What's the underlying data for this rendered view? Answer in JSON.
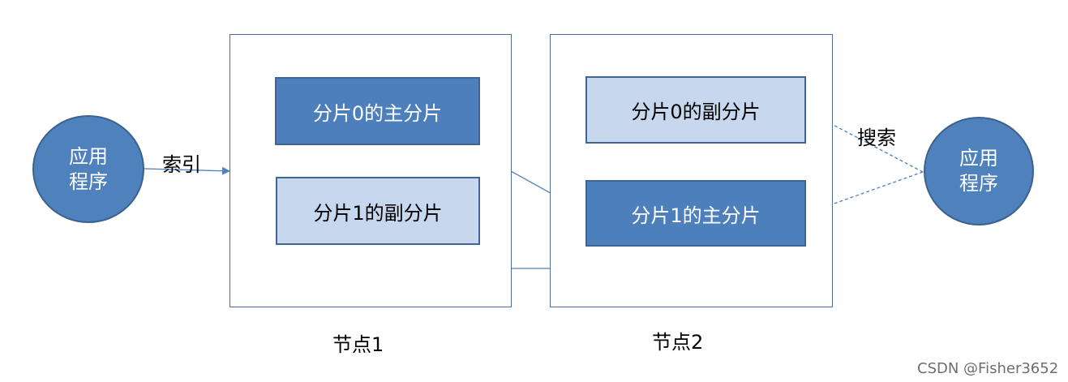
{
  "left_app": {
    "label": "应用程序"
  },
  "right_app": {
    "label": "应用程序"
  },
  "index_label": "索引",
  "search_label": "搜索",
  "node1": {
    "label": "节点1",
    "shard_top": "分片0的主分片",
    "shard_bottom": "分片1的副分片"
  },
  "node2": {
    "label": "节点2",
    "shard_top": "分片0的副分片",
    "shard_bottom": "分片1的主分片"
  },
  "watermark": "CSDN @Fisher3652",
  "colors": {
    "primary": "#4d7fbd",
    "replica": "#c6d7ee",
    "line": "#4f81bd"
  }
}
